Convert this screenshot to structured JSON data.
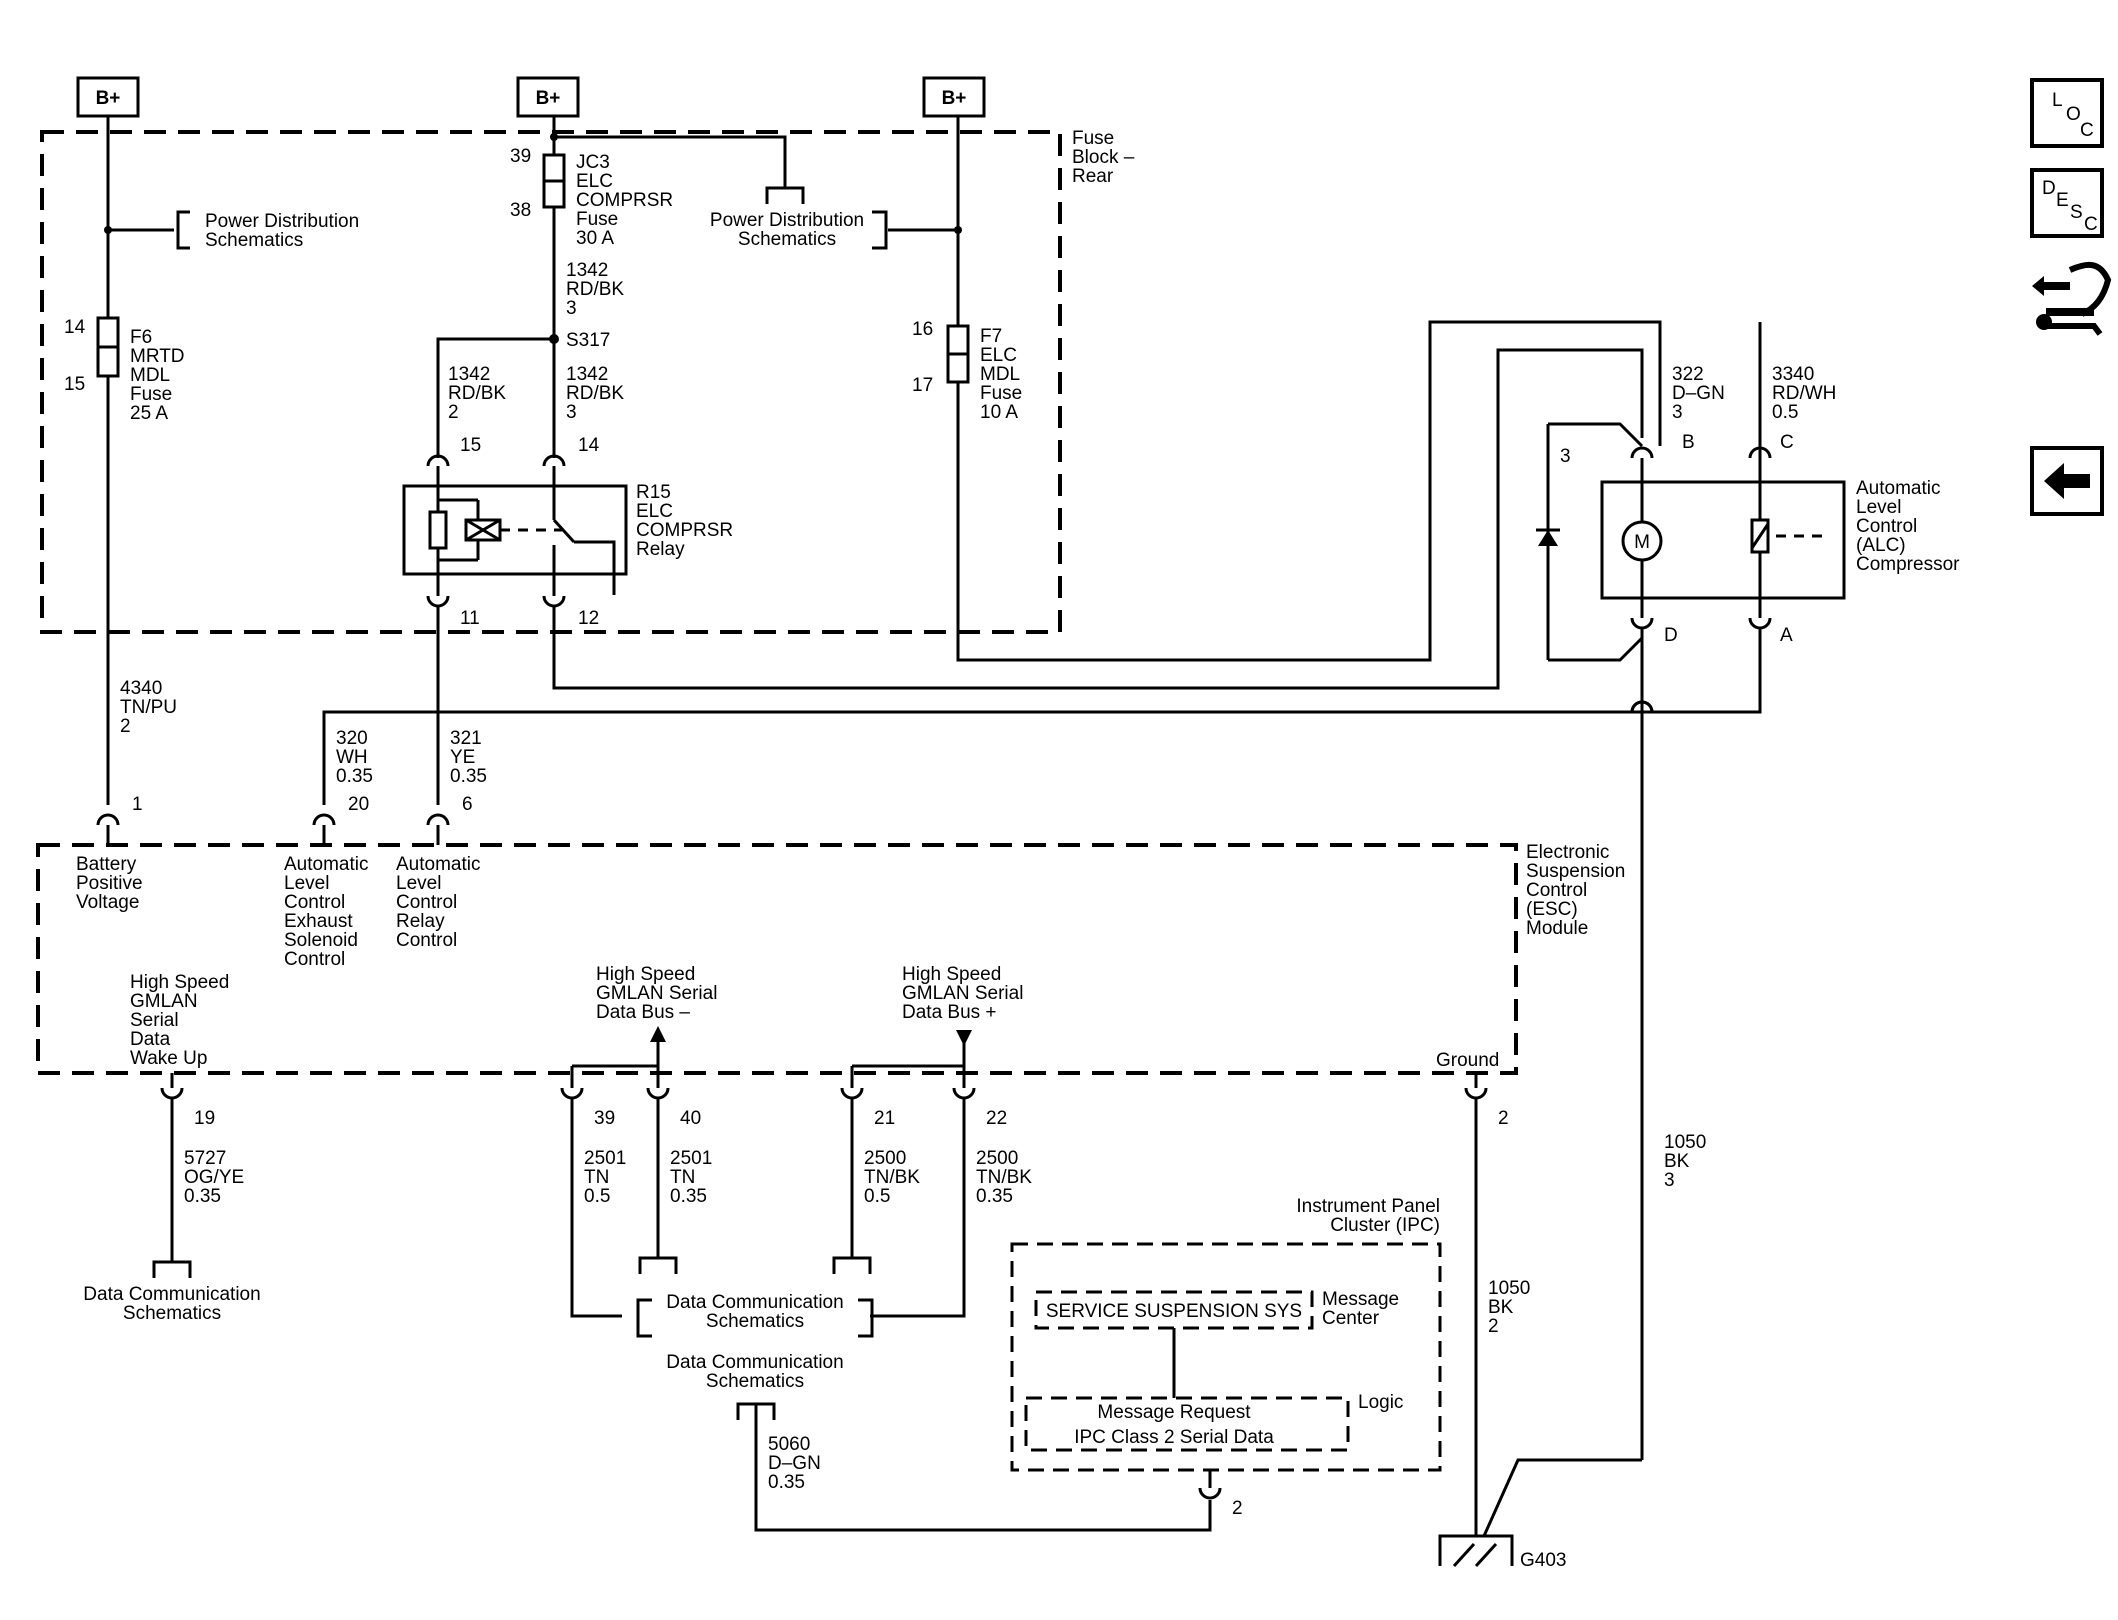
{
  "bplus": "B+",
  "fuse_block": {
    "line1": "Fuse",
    "line2": "Block –",
    "line3": "Rear"
  },
  "pds": {
    "line1": "Power Distribution",
    "line2": "Schematics"
  },
  "fuse_f6": {
    "pin_top": "14",
    "pin_bottom": "15",
    "l1": "F6",
    "l2": "MRTD",
    "l3": "MDL",
    "l4": "Fuse",
    "l5": "25 A"
  },
  "fuse_jc3": {
    "pin_top": "39",
    "pin_bottom": "38",
    "l1": "JC3",
    "l2": "ELC",
    "l3": "COMPRSR",
    "l4": "Fuse",
    "l5": "30 A"
  },
  "fuse_f7": {
    "pin_top": "16",
    "pin_bottom": "17",
    "l1": "F7",
    "l2": "ELC",
    "l3": "MDL",
    "l4": "Fuse",
    "l5": "10 A"
  },
  "splice": "S317",
  "wire_1342_a": {
    "circuit": "1342",
    "color": "RD/BK",
    "gauge": "3"
  },
  "wire_1342_b": {
    "circuit": "1342",
    "color": "RD/BK",
    "gauge": "2"
  },
  "wire_1342_c": {
    "circuit": "1342",
    "color": "RD/BK",
    "gauge": "3"
  },
  "relay": {
    "pin_15": "15",
    "pin_14": "14",
    "pin_11": "11",
    "pin_12": "12",
    "l1": "R15",
    "l2": "ELC",
    "l3": "COMPRSR",
    "l4": "Relay"
  },
  "compressor": {
    "l1": "Automatic",
    "l2": "Level",
    "l3": "Control",
    "l4": "(ALC)",
    "l5": "Compressor",
    "pin_b": "B",
    "pin_c": "C",
    "pin_d": "D",
    "pin_a": "A",
    "pin_3": "3",
    "motor": "M"
  },
  "wire_322": {
    "circuit": "322",
    "color": "D–GN",
    "gauge": "3"
  },
  "wire_3340": {
    "circuit": "3340",
    "color": "RD/WH",
    "gauge": "0.5"
  },
  "wire_4340": {
    "circuit": "4340",
    "color": "TN/PU",
    "gauge": "2"
  },
  "wire_320": {
    "circuit": "320",
    "color": "WH",
    "gauge": "0.35"
  },
  "wire_321": {
    "circuit": "321",
    "color": "YE",
    "gauge": "0.35"
  },
  "esc": {
    "l1": "Electronic",
    "l2": "Suspension",
    "l3": "Control",
    "l4": "(ESC)",
    "l5": "Module",
    "pin_1": "1",
    "pin_20": "20",
    "pin_6": "6",
    "bat": [
      "Battery",
      "Positive",
      "Voltage"
    ],
    "exh": [
      "Automatic",
      "Level",
      "Control",
      "Exhaust",
      "Solenoid",
      "Control"
    ],
    "rly": [
      "Automatic",
      "Level",
      "Control",
      "Relay",
      "Control"
    ],
    "wake": [
      "High Speed",
      "GMLAN",
      "Serial",
      "Data",
      "Wake Up"
    ],
    "busneg": [
      "High Speed",
      "GMLAN Serial",
      "Data Bus –"
    ],
    "buspos": [
      "High Speed",
      "GMLAN Serial",
      "Data Bus +"
    ],
    "ground": "Ground",
    "pin_19": "19",
    "pin_39": "39",
    "pin_40": "40",
    "pin_21": "21",
    "pin_22": "22",
    "pin_2": "2"
  },
  "wire_5727": {
    "circuit": "5727",
    "color": "OG/YE",
    "gauge": "0.35"
  },
  "wire_2501_a": {
    "circuit": "2501",
    "color": "TN",
    "gauge": "0.5"
  },
  "wire_2501_b": {
    "circuit": "2501",
    "color": "TN",
    "gauge": "0.35"
  },
  "wire_2500_a": {
    "circuit": "2500",
    "color": "TN/BK",
    "gauge": "0.5"
  },
  "wire_2500_b": {
    "circuit": "2500",
    "color": "TN/BK",
    "gauge": "0.35"
  },
  "dcs": {
    "line1": "Data Communication",
    "line2": "Schematics"
  },
  "wire_5060": {
    "circuit": "5060",
    "color": "D–GN",
    "gauge": "0.35"
  },
  "wire_1050_a": {
    "circuit": "1050",
    "color": "BK",
    "gauge": "3"
  },
  "wire_1050_b": {
    "circuit": "1050",
    "color": "BK",
    "gauge": "2"
  },
  "ipc": {
    "l1": "Instrument Panel",
    "l2": "Cluster (IPC)",
    "service": "SERVICE SUSPENSION SYS",
    "msg1": "Message",
    "msg2": "Center",
    "logic": "Logic",
    "req1": "Message Request",
    "req2": "IPC Class 2 Serial Data",
    "pin_2": "2"
  },
  "ground_id": "G403",
  "nav": {
    "loc": [
      "L",
      "O",
      "C"
    ],
    "desc": [
      "D",
      "E",
      "S",
      "C"
    ]
  },
  "icons": [
    "loc-icon",
    "desc-icon",
    "connector-hand-icon",
    "back-arrow-icon"
  ]
}
